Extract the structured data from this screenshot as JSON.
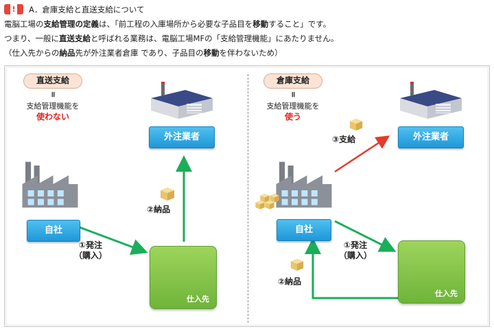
{
  "header": {
    "line1": "A．倉庫支給と直送支給について",
    "line2": {
      "p1": "電脳工場の",
      "p2": "支給管理の定義",
      "p3": "は、「前工程の入庫場所から必要な子品目を",
      "p4": "移動",
      "p5": "すること」です。"
    },
    "line3": {
      "p1": "つまり、一般に",
      "p2": "直送支給",
      "p3": "と呼ばれる業務は、電脳工場MFの「支給管理機能」にあたりません。"
    },
    "line4": {
      "p1": "（仕入先からの",
      "p2": "納品",
      "p3": "先が外注業者倉庫 であり、子品目の",
      "p4": "移動",
      "p5": "を伴わないため）"
    }
  },
  "left": {
    "title": "直送支給",
    "eq": "॥",
    "note": "支給管理機能を",
    "emph": "使わない",
    "vendor": "外注業者",
    "self": "自社",
    "supplier": "仕入先",
    "order_label": "①発注",
    "order_sub": "（購入）",
    "deliver_label": "②納品"
  },
  "right": {
    "title": "倉庫支給",
    "eq": "॥",
    "note": "支給管理機能を",
    "emph": "使う",
    "vendor": "外注業者",
    "self": "自社",
    "supplier": "仕入先",
    "order_label": "①発注",
    "order_sub": "（購入）",
    "deliver_label": "②納品",
    "supply_label": "③支給"
  },
  "colors": {
    "accent_red": "#e2231a",
    "arrow_green": "#1aae5a",
    "box_blue": "#1f97d8",
    "box_green": "#6fb43a"
  }
}
